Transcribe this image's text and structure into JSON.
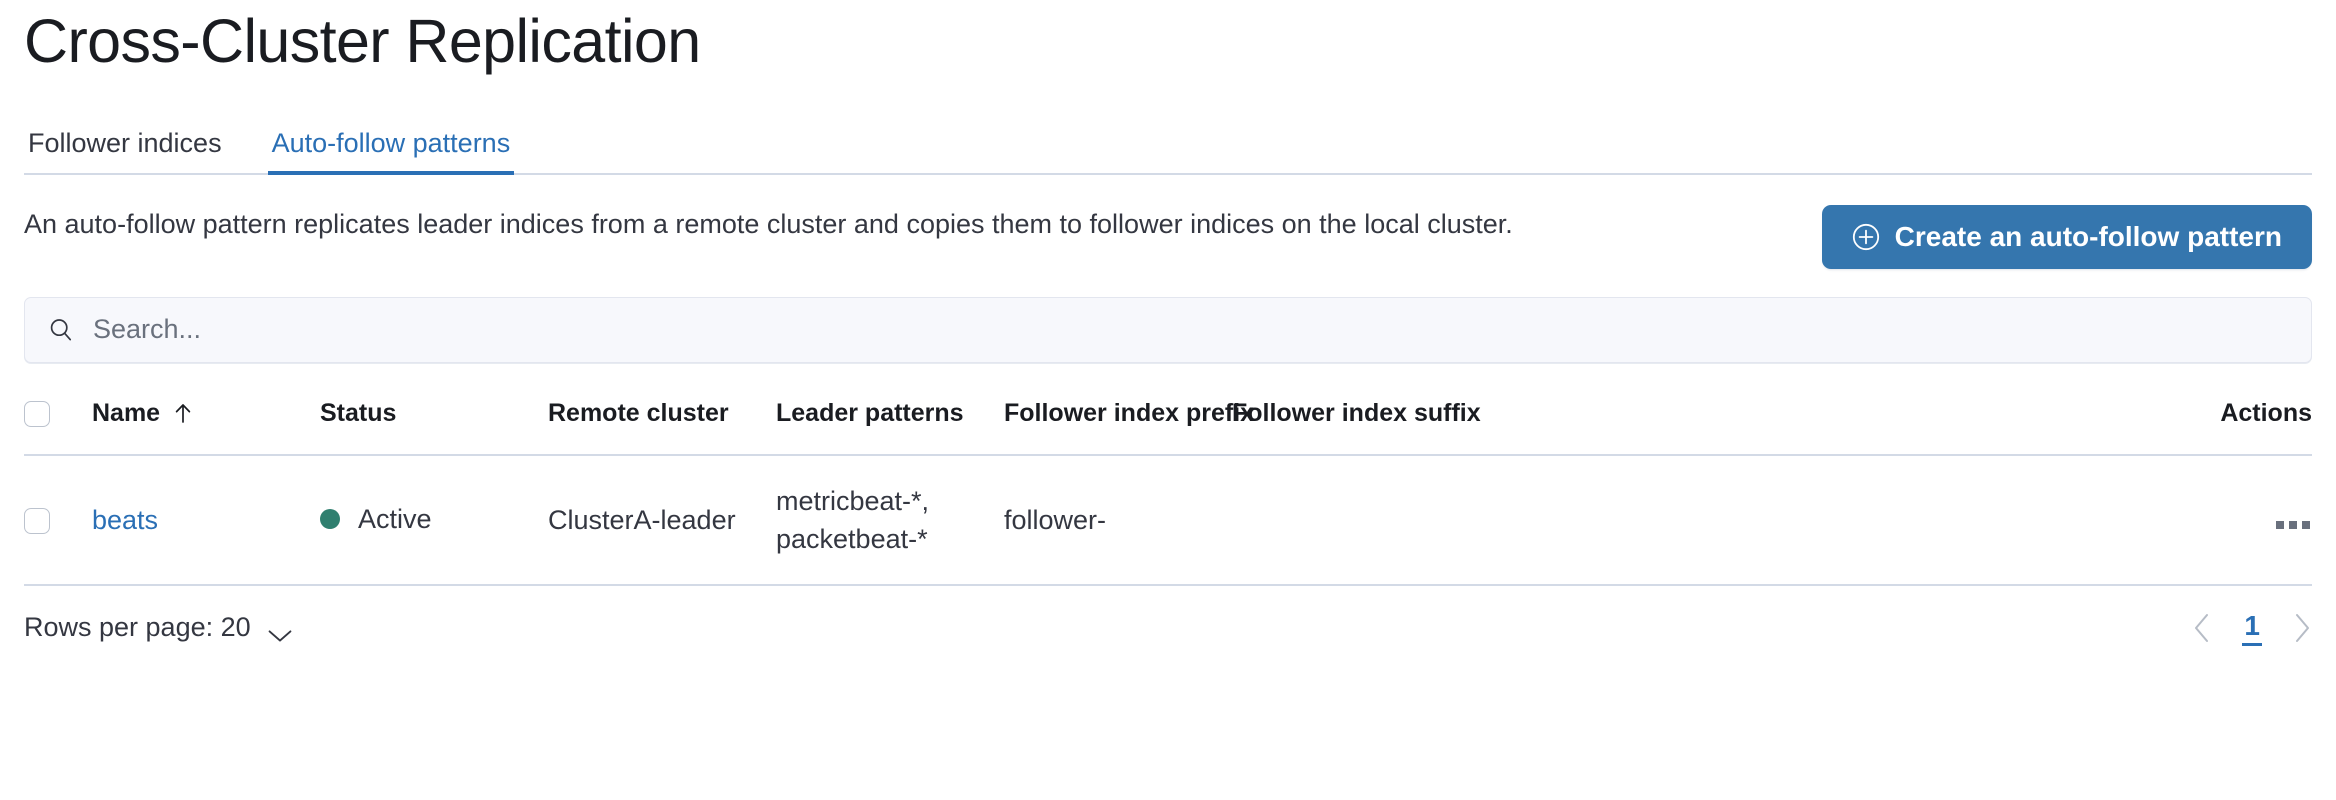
{
  "page": {
    "title": "Cross-Cluster Replication"
  },
  "tabs": [
    {
      "label": "Follower indices",
      "active": false
    },
    {
      "label": "Auto-follow patterns",
      "active": true
    }
  ],
  "intro": {
    "description": "An auto-follow pattern replicates leader indices from a remote cluster and copies them to follower indices on the local cluster.",
    "create_button_label": "Create an auto-follow pattern",
    "create_button_icon": "plus-in-circle-icon"
  },
  "search": {
    "value": "",
    "placeholder": "Search...",
    "icon": "search-icon"
  },
  "table": {
    "columns": [
      {
        "key": "select",
        "label": ""
      },
      {
        "key": "name",
        "label": "Name",
        "sorted": "ascending",
        "sort_icon": "sort-arrow-up-icon"
      },
      {
        "key": "status",
        "label": "Status"
      },
      {
        "key": "remote_cluster",
        "label": "Remote cluster"
      },
      {
        "key": "leader_patterns",
        "label": "Leader patterns"
      },
      {
        "key": "follower_index_prefix",
        "label": "Follower index prefix"
      },
      {
        "key": "follower_index_suffix",
        "label": "Follower index suffix"
      },
      {
        "key": "actions",
        "label": "Actions"
      }
    ],
    "rows": [
      {
        "name": "beats",
        "status": "Active",
        "status_color": "#2f7f6f",
        "remote_cluster": "ClusterA-leader",
        "leader_patterns_line1": "metricbeat-*,",
        "leader_patterns_line2": "packetbeat-*",
        "follower_index_prefix": "follower-",
        "follower_index_suffix": "",
        "actions_icon": "ellipsis-horizontal-icon"
      }
    ]
  },
  "footer": {
    "rows_per_page_label": "Rows per page: 20",
    "rows_per_page_icon": "chevron-down-icon",
    "pagination": {
      "prev_icon": "chevron-left-icon",
      "next_icon": "chevron-right-icon",
      "current_page": "1"
    }
  },
  "colors": {
    "primary": "#3576ae",
    "link": "#2a6fb5",
    "status_active": "#2f7f6f",
    "border": "#d3dae6",
    "text": "#343741"
  }
}
